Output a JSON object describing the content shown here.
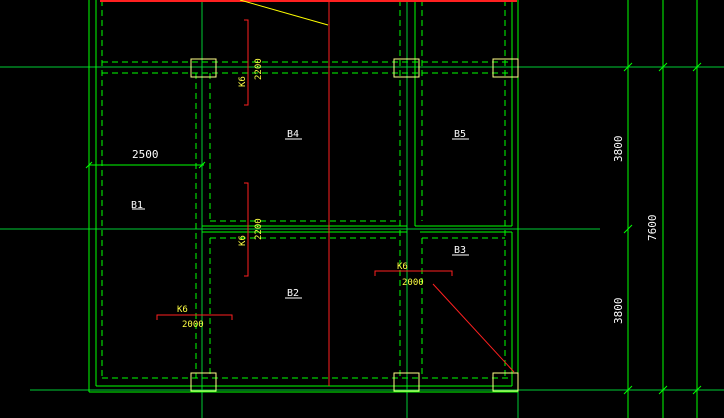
{
  "colors": {
    "background": "#000000",
    "wall": "#00ff00",
    "axis": "#00cc33",
    "rebar": "#ff2020",
    "column": "#ffff88",
    "text": "#ffffff",
    "label_yellow": "#ffff44",
    "diagonal_yellow": "#ffff00"
  },
  "dimensions": {
    "top_span": "2500",
    "upper_bay": "3800",
    "total": "7600",
    "lower_bay": "3800"
  },
  "panels": {
    "b1": "B1",
    "b2": "B2",
    "b3": "B3",
    "b4": "B4",
    "b5": "B5"
  },
  "rebars": {
    "top_vertical": {
      "code": "K6",
      "length": "2200"
    },
    "middle_vertical": {
      "code": "K6",
      "length": "2200"
    },
    "left_horizontal": {
      "code": "K6",
      "length": "2000"
    },
    "right_horizontal": {
      "code": "K6",
      "length": "2000"
    }
  }
}
